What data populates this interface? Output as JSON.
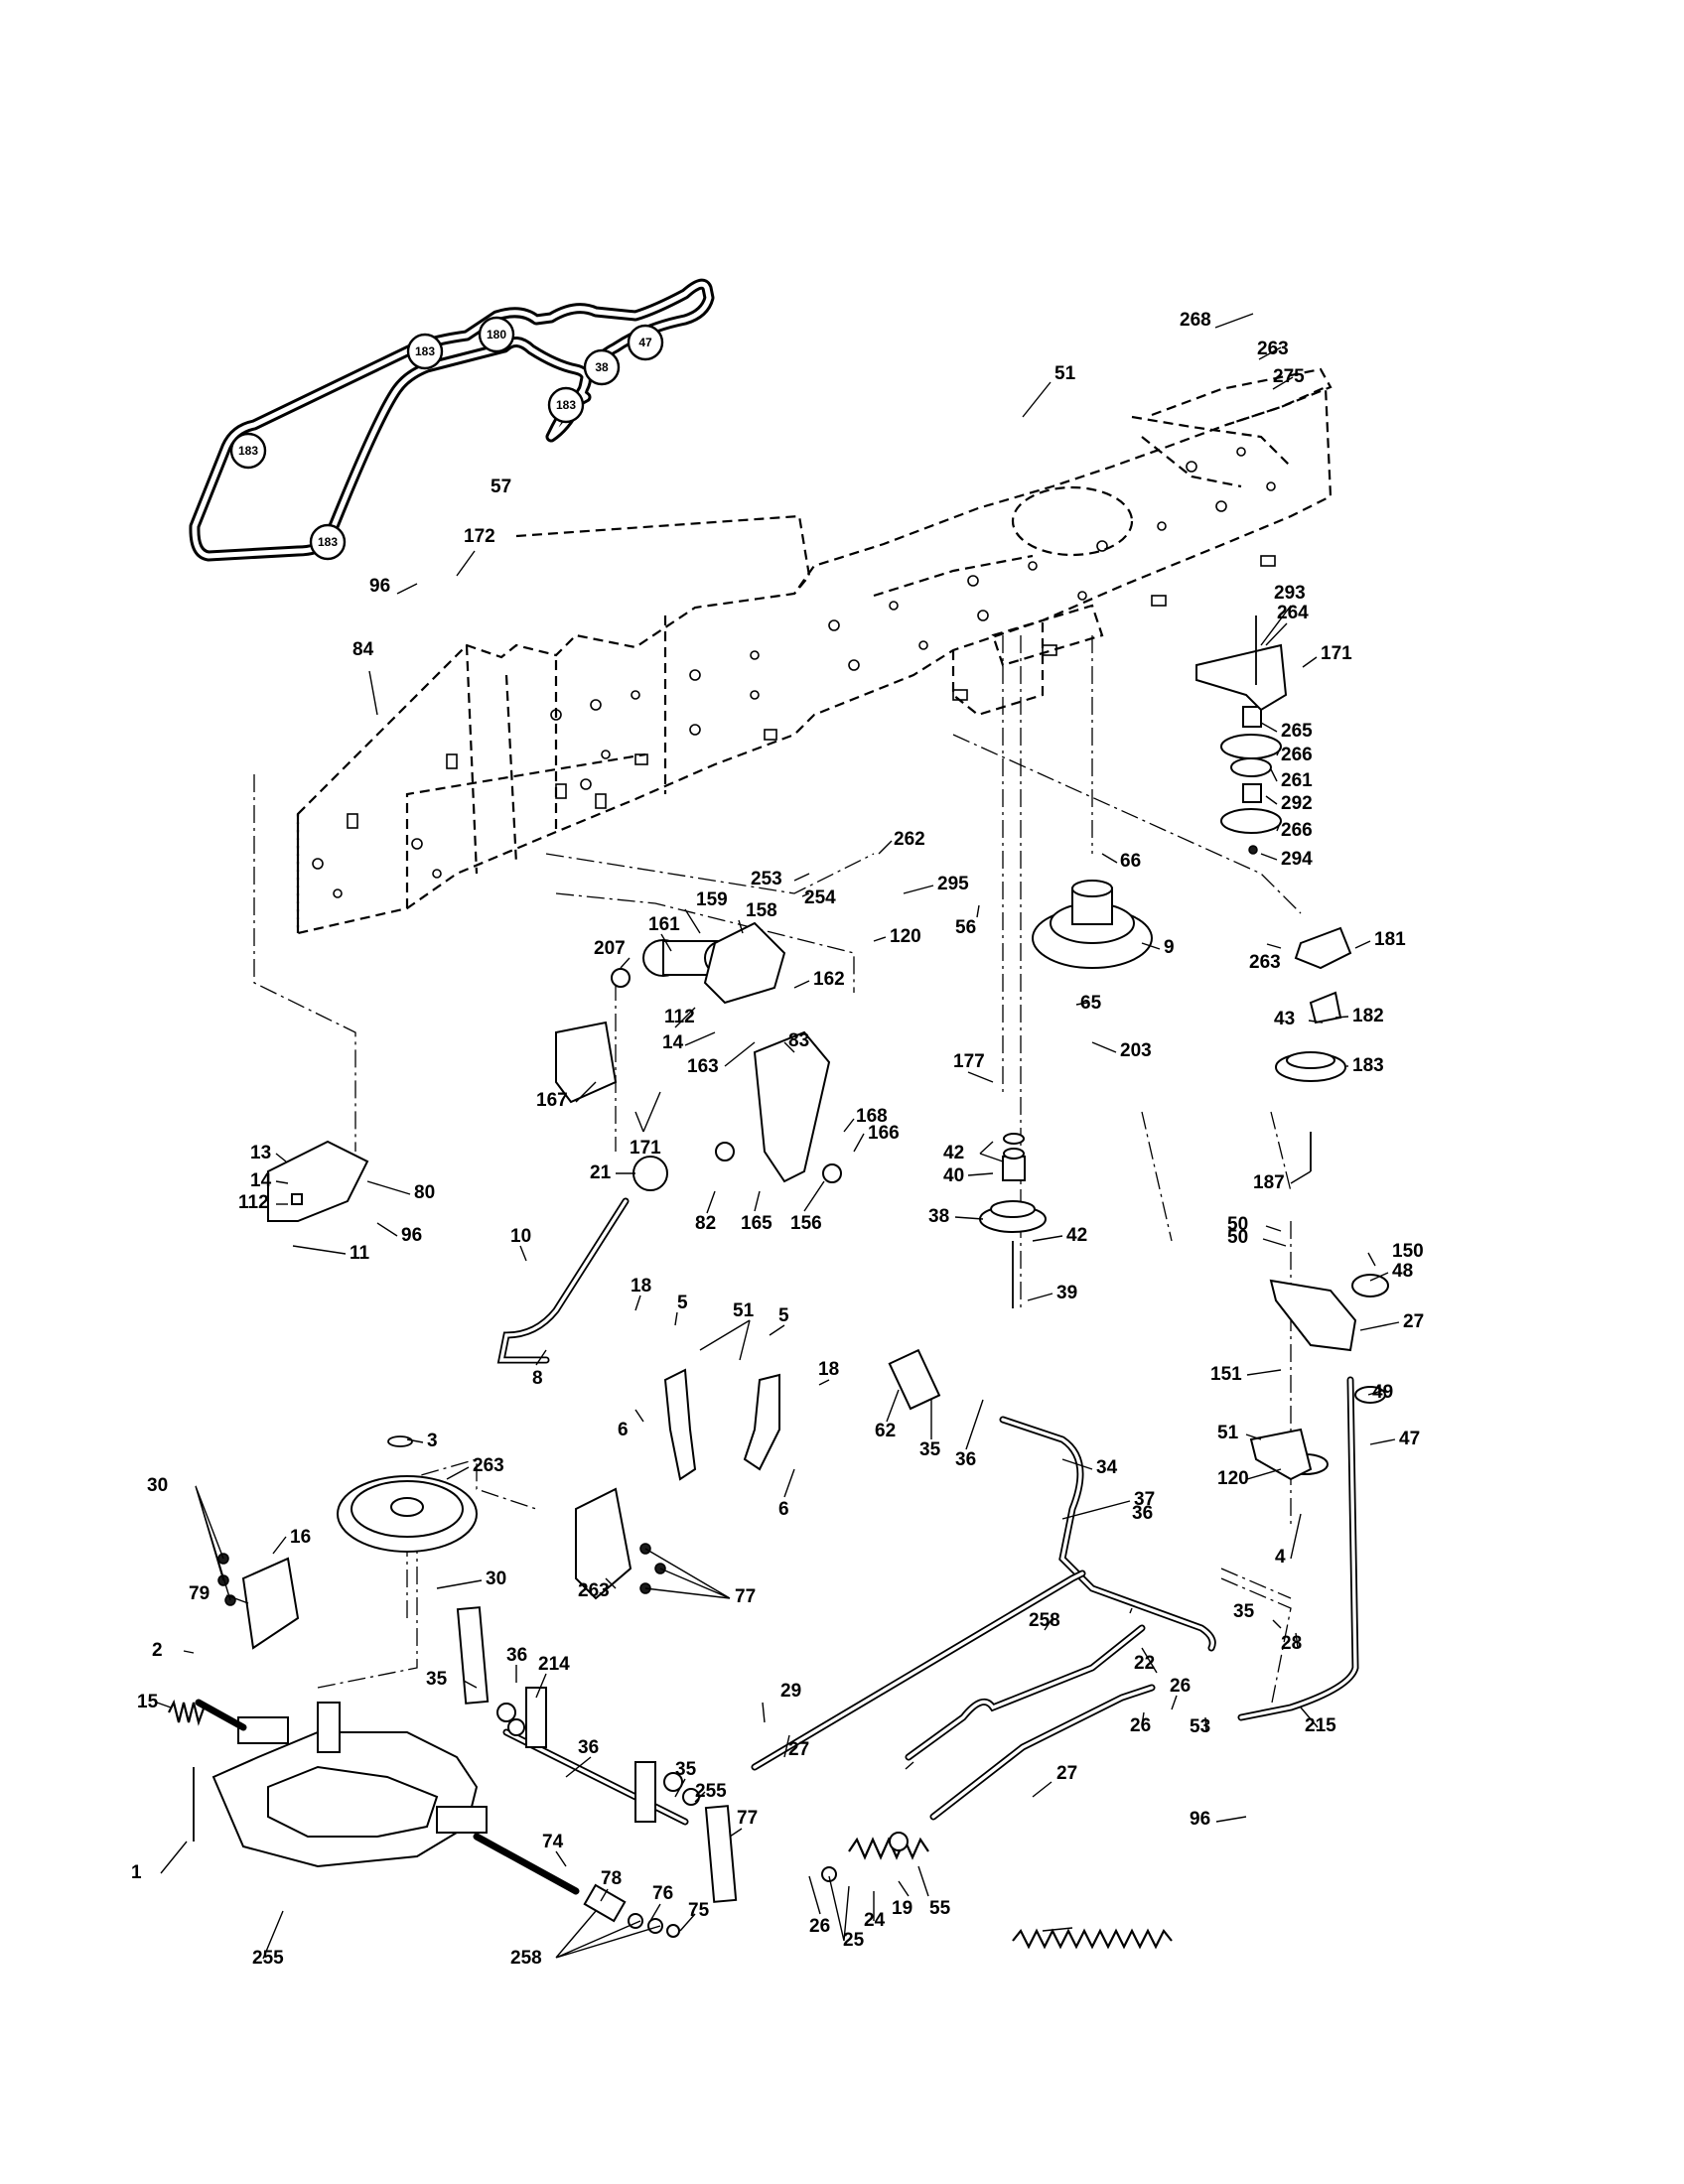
{
  "belt_route": {
    "belt_part": "57",
    "pulley_tags": [
      "180",
      "183",
      "47",
      "38",
      "183",
      "183",
      "183"
    ]
  },
  "callouts": [
    "51",
    "268",
    "263",
    "275",
    "172",
    "96",
    "84",
    "293",
    "264",
    "171",
    "265",
    "266",
    "261",
    "292",
    "266",
    "294",
    "262",
    "295",
    "120",
    "253",
    "254",
    "66",
    "56",
    "9",
    "65",
    "203",
    "181",
    "263",
    "43",
    "182",
    "183",
    "187",
    "161",
    "159",
    "158",
    "207",
    "162",
    "112",
    "14",
    "163",
    "167",
    "171",
    "83",
    "177",
    "168",
    "166",
    "42",
    "40",
    "38",
    "42",
    "39",
    "13",
    "14",
    "112",
    "80",
    "96",
    "11",
    "21",
    "82",
    "165",
    "156",
    "10",
    "8",
    "18",
    "5",
    "51",
    "5",
    "18",
    "6",
    "6",
    "62",
    "35",
    "36",
    "34",
    "37",
    "50",
    "150",
    "50",
    "48",
    "27",
    "151",
    "49",
    "51",
    "47",
    "120",
    "4",
    "3",
    "263",
    "30",
    "16",
    "79",
    "30",
    "263",
    "77",
    "2",
    "15",
    "1",
    "255",
    "35",
    "36",
    "214",
    "36",
    "35",
    "255",
    "77",
    "74",
    "78",
    "76",
    "75",
    "258",
    "36",
    "35",
    "28",
    "258",
    "22",
    "29",
    "27",
    "26",
    "26",
    "53",
    "215",
    "27",
    "96",
    "26",
    "25",
    "24",
    "19",
    "55"
  ]
}
